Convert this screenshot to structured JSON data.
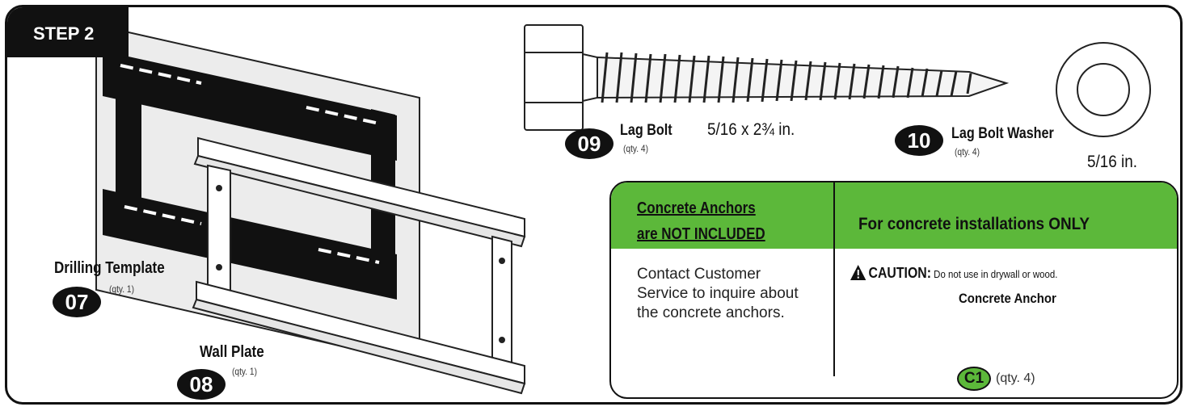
{
  "step": {
    "label": "STEP 2"
  },
  "parts": {
    "drilling_template": {
      "name": "Drilling Template",
      "qty": "(qty. 1)",
      "number": "07"
    },
    "wall_plate": {
      "name": "Wall Plate",
      "qty": "(qty. 1)",
      "number": "08"
    },
    "lag_bolt": {
      "name": "Lag Bolt",
      "qty": "(qty. 4)",
      "number": "09",
      "size": "5/16 x 2¾ in."
    },
    "lag_bolt_washer": {
      "name": "Lag Bolt Washer",
      "qty": "(qty. 4)",
      "number": "10",
      "size": "5/16 in."
    }
  },
  "concrete_panel": {
    "left_heading_line1": "Concrete Anchors",
    "left_heading_line2": "are NOT INCLUDED",
    "right_heading": "For concrete installations ONLY",
    "contact_text": "Contact Customer Service to inquire about the concrete anchors.",
    "caution_label": "CAUTION:",
    "caution_text": "Do not use in drywall or wood.",
    "anchor_title": "Concrete Anchor",
    "anchor_code": "C1",
    "anchor_qty": "(qty. 4)",
    "accent_color": "#5cb83a"
  },
  "icons": [
    "warning-triangle-icon"
  ]
}
